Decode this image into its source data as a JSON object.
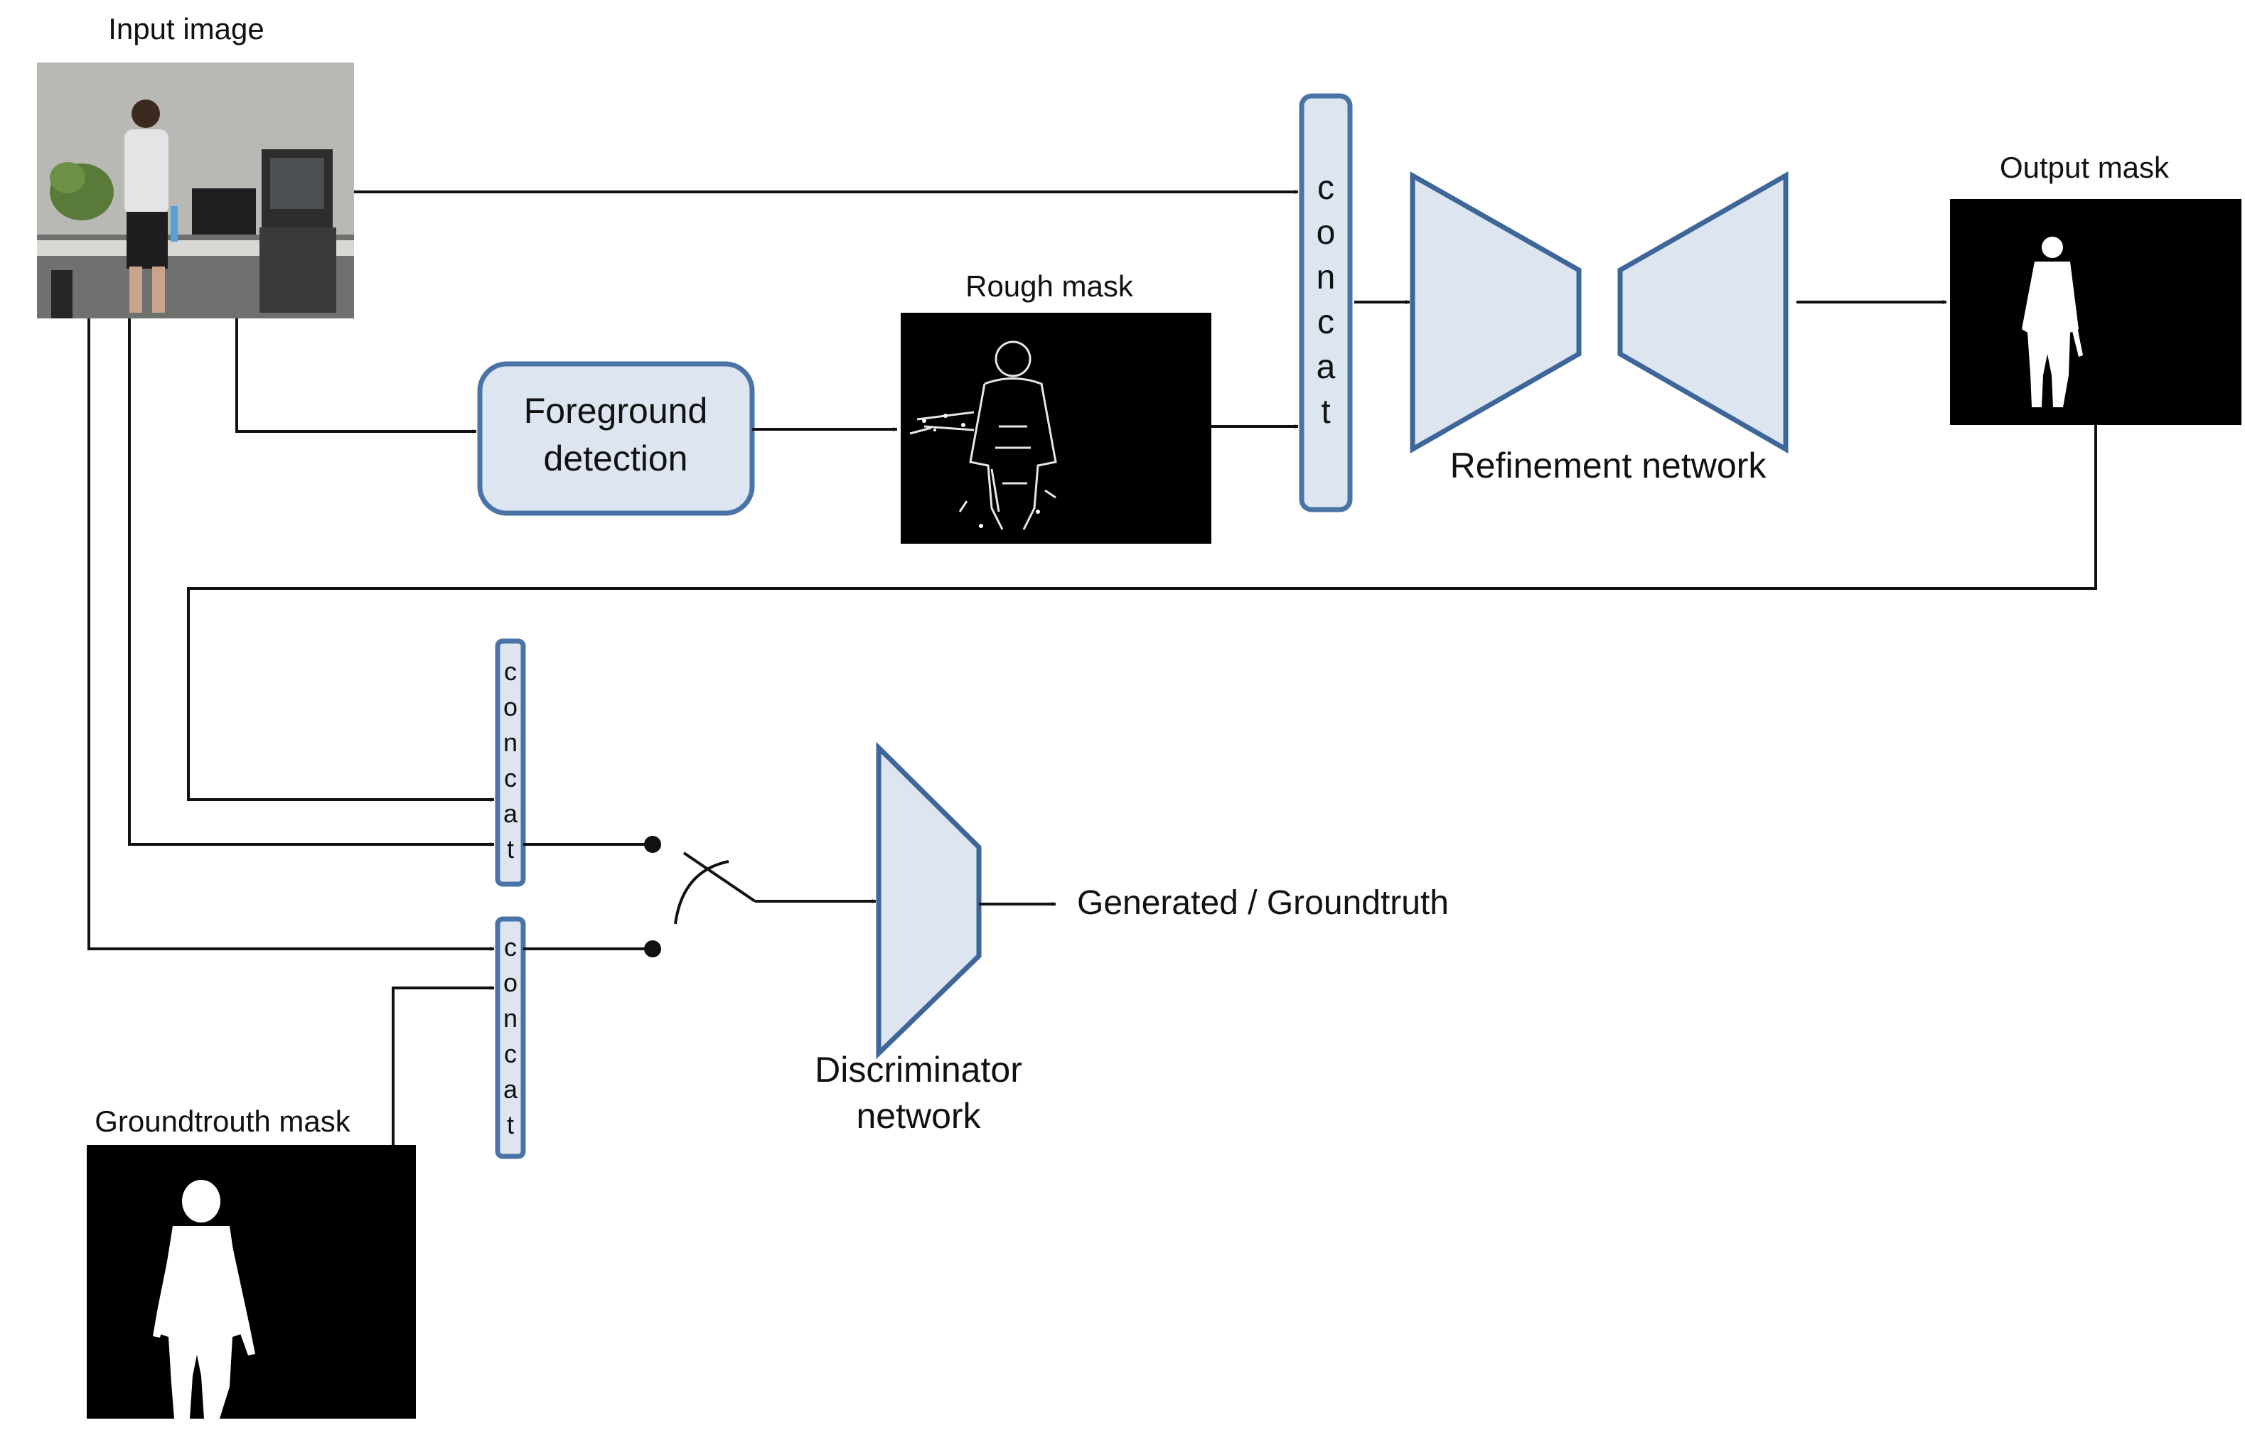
{
  "labels": {
    "input_image": "Input image",
    "rough_mask": "Rough mask",
    "output_mask": "Output mask",
    "groundtruth_mask": "Groundtrouth mask",
    "foreground_line1": "Foreground",
    "foreground_line2": "detection",
    "refinement_network": "Refinement network",
    "discriminator_line1": "Discriminator",
    "discriminator_line2": "network",
    "generated_groundtruth": "Generated / Groundtruth"
  },
  "concat_letters": [
    "c",
    "o",
    "n",
    "c",
    "a",
    "t"
  ],
  "colors": {
    "box_fill": "#dce5f0",
    "box_stroke": "#4a74a8",
    "line": "#111111",
    "mask_background": "#000000",
    "mask_foreground": "#ffffff"
  }
}
